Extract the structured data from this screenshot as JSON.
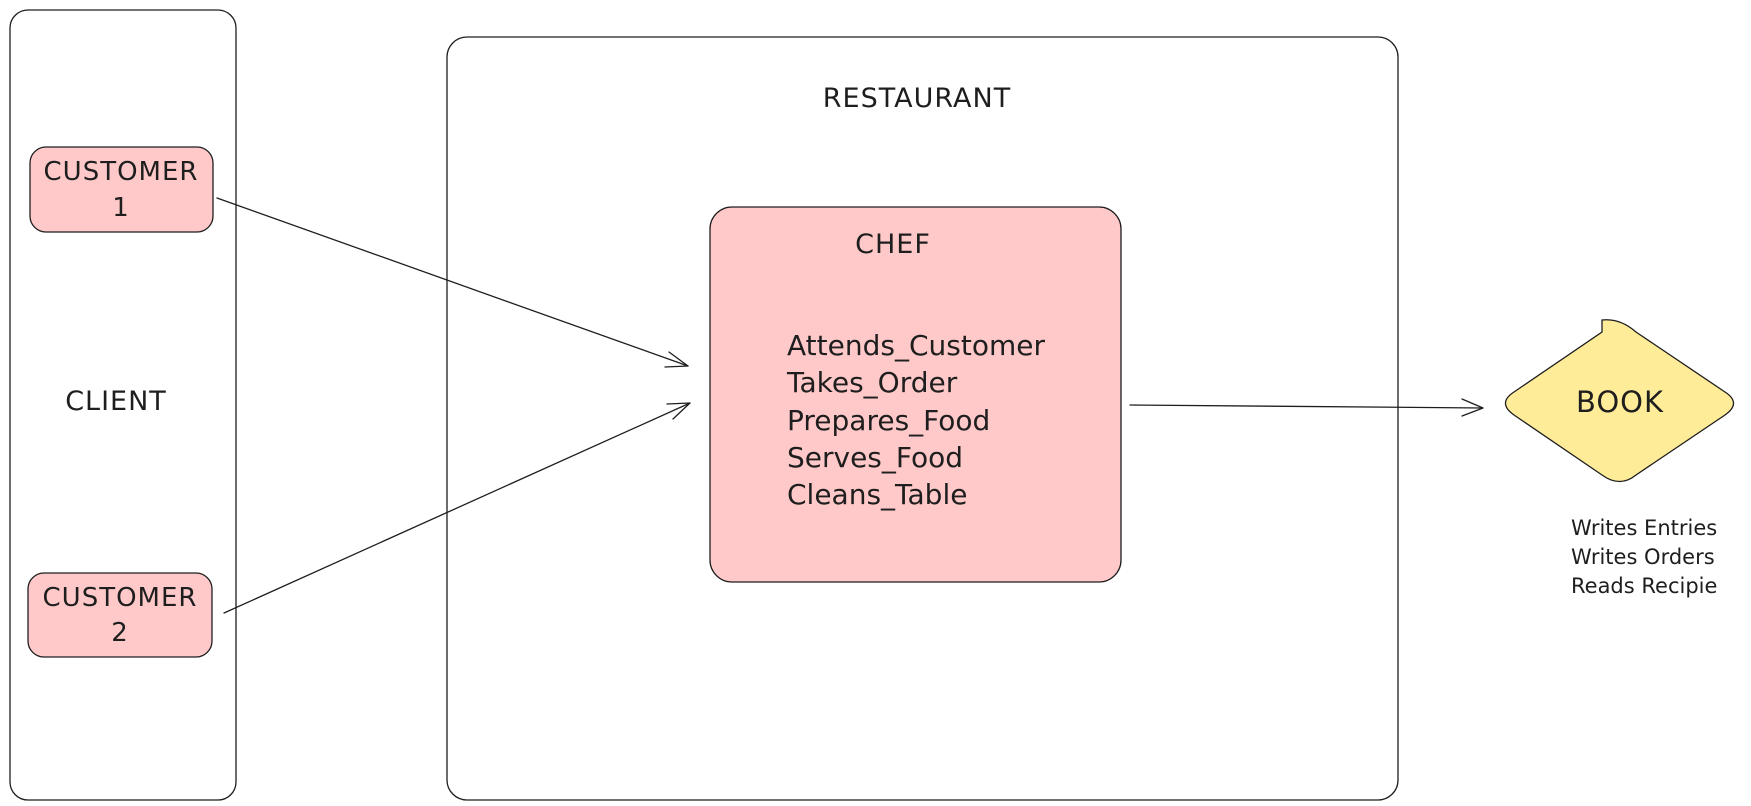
{
  "client": {
    "label": "CLIENT"
  },
  "customers": [
    {
      "line1": "CUSTOMER",
      "line2": "1"
    },
    {
      "line1": "CUSTOMER",
      "line2": "2"
    }
  ],
  "restaurant": {
    "label": "RESTAURANT"
  },
  "chef": {
    "label": "CHEF",
    "duties": [
      "Attends_Customer",
      "Takes_Order",
      "Prepares_Food",
      "Serves_Food",
      "Cleans_Table"
    ]
  },
  "book": {
    "label": "BOOK",
    "notes": [
      "Writes Entries",
      "Writes Orders",
      "Reads Recipie"
    ]
  },
  "colors": {
    "stroke": "#1e1e1e",
    "node_fill_pink": "#ffc9c9",
    "node_fill_yellow": "#ffec99",
    "background": "#ffffff"
  }
}
